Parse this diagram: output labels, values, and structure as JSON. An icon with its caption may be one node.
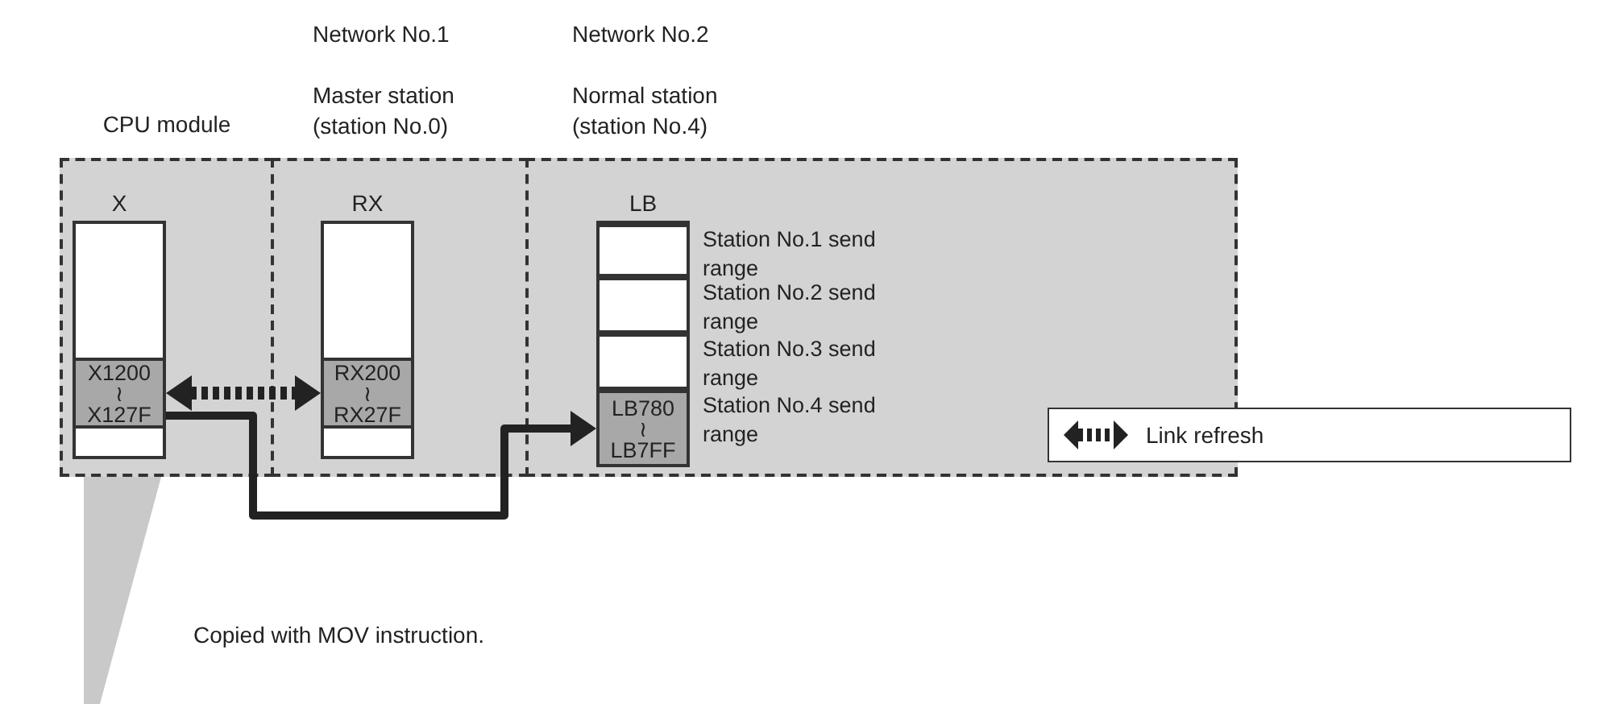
{
  "diagram": {
    "nodes": [
      {
        "text": [
          "CPU module"
        ]
      },
      {
        "text": [
          "X"
        ],
        "in": 0
      },
      {
        "text": [
          "X1200 ≀ X127F"
        ],
        "in": 1
      },
      {
        "text": [
          "Network No.1",
          "Master station (station No.0)"
        ]
      },
      {
        "text": [
          "RX"
        ],
        "in": 3
      },
      {
        "text": [
          "RX200 ≀ RX27F"
        ],
        "in": 4
      },
      {
        "text": [
          "Network No.2",
          "Normal station (station No.4)"
        ]
      },
      {
        "text": [
          "LB"
        ],
        "in": 6
      },
      {
        "text": [],
        "shape": "box",
        "in": 7,
        "beside": [
          "Station No.1 send range"
        ]
      },
      {
        "text": [],
        "shape": "box",
        "in": 7,
        "beside": [
          "Station No.2 send range"
        ]
      },
      {
        "text": [],
        "shape": "box",
        "in": 7,
        "beside": [
          "Station No.3 send range"
        ]
      },
      {
        "text": [
          "LB780 ≀ LB7FF"
        ],
        "in": 7,
        "beside": [
          "Station No.4 send range"
        ]
      },
      {
        "text": [],
        "shape": "triangle"
      }
    ],
    "edges": [
      {
        "from": 2,
        "to": 5,
        "arrow": "both",
        "style": "dashed"
      },
      {
        "from": 2,
        "to": 11,
        "arrow": "to"
      }
    ],
    "labels": [
      "Copied with MOV instruction."
    ],
    "legend": [
      {
        "text": "Link refresh"
      }
    ]
  }
}
